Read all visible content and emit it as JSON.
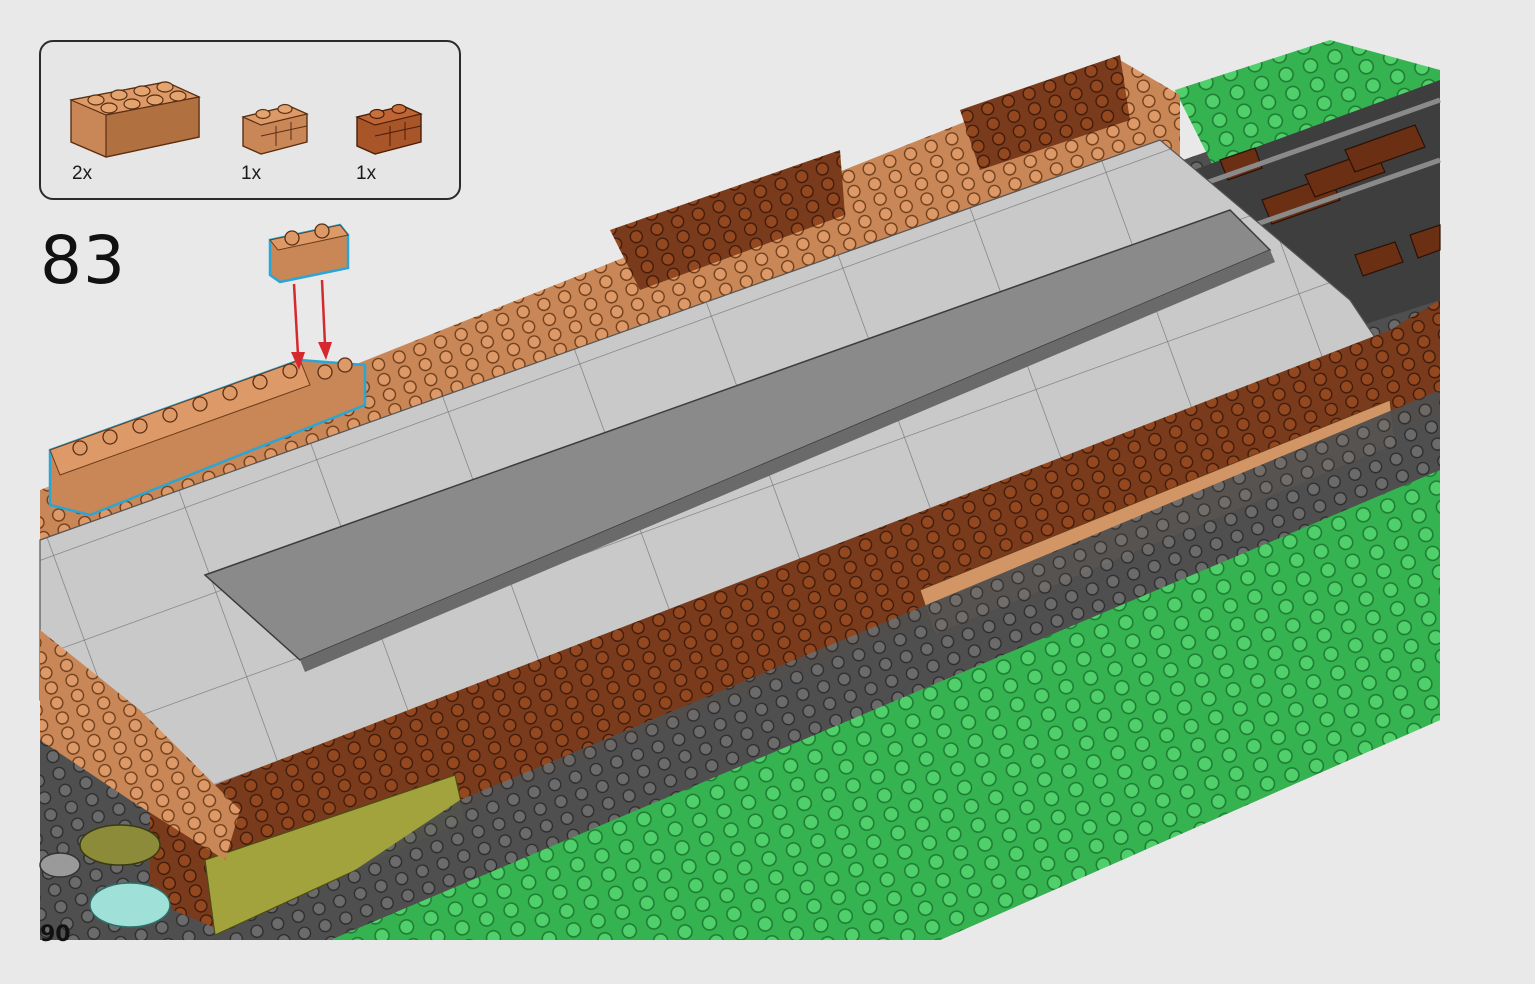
{
  "step": {
    "number": "83"
  },
  "page": {
    "number": "90"
  },
  "parts": [
    {
      "qty": "2x",
      "part": "brick-2x4-medium-nougat"
    },
    {
      "qty": "1x",
      "part": "brick-1x2-masonry-medium-nougat"
    },
    {
      "qty": "1x",
      "part": "brick-1x2-masonry-dark-orange"
    }
  ],
  "colors": {
    "background": "#e9e9e9",
    "medium_nougat": "#cf8f5d",
    "dark_orange": "#a9552a",
    "reddish_brown": "#7a3a1c",
    "light_gray": "#c8c8c8",
    "dark_gray": "#5a5a5a",
    "green": "#3fbd5a",
    "olive": "#9a9a3a",
    "highlight": "#2aa6d6",
    "arrow": "#d6282f"
  },
  "icons": {
    "arrow": "down-arrow-icon"
  }
}
